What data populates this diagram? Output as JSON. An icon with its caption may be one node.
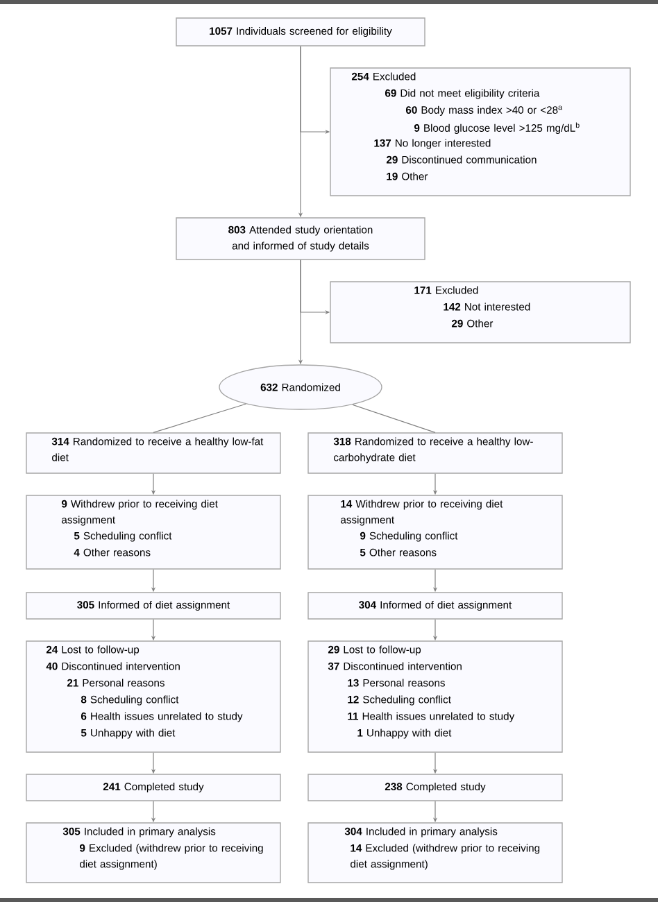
{
  "diagram": {
    "nodes": [
      {
        "text": [
          "**1057** Individuals screened for eligibility"
        ]
      },
      {
        "text": [
          "**254** Excluded",
          "**69** Did not meet eligibility criteria",
          "**60** Body mass index >40 or <28$^{a}$",
          "**9** Blood glucose level >125 mg/dL$^{b}$",
          "**137** No longer interested",
          "**29** Discontinued communication",
          "**19** Other"
        ]
      },
      {
        "text": [
          "**803** Attended study orientation and informed of study details"
        ]
      },
      {
        "text": [
          "**171** Excluded",
          "**142** Not interested",
          "**29** Other"
        ]
      },
      {
        "text": [
          "**632** Randomized"
        ]
      },
      {
        "text": [
          "**314** Randomized to receive a healthy low-fat diet"
        ]
      },
      {
        "text": [
          "**318** Randomized to receive a healthy low-carbohydrate diet"
        ]
      },
      {
        "text": [
          "**9** Withdrew prior to receiving diet assignment",
          "**5** Scheduling conflict",
          "**4** Other reasons"
        ]
      },
      {
        "text": [
          "**14** Withdrew prior to receiving diet assignment",
          "**9** Scheduling conflict",
          "**5** Other reasons"
        ]
      },
      {
        "text": [
          "**305** Informed of diet assignment"
        ]
      },
      {
        "text": [
          "**304** Informed of diet assignment"
        ]
      },
      {
        "text": [
          "**24** Lost to follow-up",
          "**40** Discontinued intervention",
          "**21** Personal reasons",
          "**8** Scheduling conflict",
          "**6** Health issues unrelated to study",
          "**5** Unhappy with diet"
        ]
      },
      {
        "text": [
          "**29** Lost to follow-up",
          "**37** Discontinued intervention",
          "**13** Personal reasons",
          "**12** Scheduling conflict",
          "**11** Health issues unrelated to study",
          "**1** Unhappy with diet"
        ]
      },
      {
        "text": [
          "**241** Completed study"
        ]
      },
      {
        "text": [
          "**238** Completed study"
        ]
      },
      {
        "text": [
          "**305** Included in primary analysis",
          "**9** Excluded (withdrew prior to receiving diet assignment)"
        ]
      },
      {
        "text": [
          "**304** Included in primary analysis",
          "**14** Excluded (withdrew prior to receiving diet assignment)"
        ]
      }
    ],
    "edges": [
      {
        "from": 0,
        "to": 1,
        "arrow": "to"
      },
      {
        "from": 0,
        "to": 2,
        "arrow": "to"
      },
      {
        "from": 2,
        "to": 3,
        "arrow": "to"
      },
      {
        "from": 2,
        "to": 4,
        "arrow": "to"
      },
      {
        "from": 4,
        "to": 5,
        "arrow": "none"
      },
      {
        "from": 4,
        "to": 6,
        "arrow": "none"
      },
      {
        "from": 5,
        "to": 7,
        "arrow": "to"
      },
      {
        "from": 6,
        "to": 8,
        "arrow": "to"
      },
      {
        "from": 7,
        "to": 9,
        "arrow": "to"
      },
      {
        "from": 8,
        "to": 10,
        "arrow": "to"
      },
      {
        "from": 9,
        "to": 11,
        "arrow": "to"
      },
      {
        "from": 10,
        "to": 12,
        "arrow": "to"
      },
      {
        "from": 11,
        "to": 13,
        "arrow": "to"
      },
      {
        "from": 12,
        "to": 14,
        "arrow": "to"
      },
      {
        "from": 13,
        "to": 15,
        "arrow": "to"
      },
      {
        "from": 14,
        "to": 16,
        "arrow": "to"
      }
    ]
  }
}
